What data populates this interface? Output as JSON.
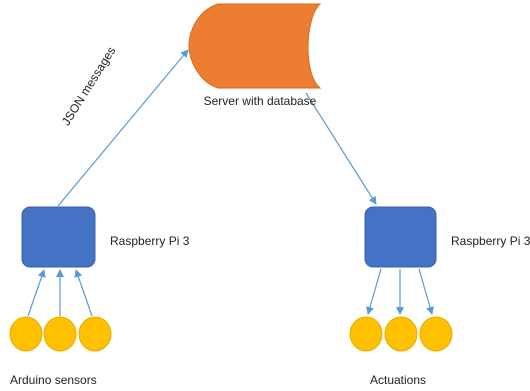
{
  "diagram": {
    "server": {
      "label": "Server with database",
      "color": "#ED7D31"
    },
    "edge_label": "JSON messages",
    "pi_left": {
      "label": "Raspberry Pi 3",
      "color": "#4472C4"
    },
    "pi_right": {
      "label": "Raspberry Pi 3",
      "color": "#4472C4"
    },
    "sensors": {
      "label": "Arduino sensors",
      "count": 3,
      "color": "#FFC000"
    },
    "actuations": {
      "label": "Actuations",
      "count": 3,
      "color": "#FFC000"
    },
    "arrow_color": "#5B9BD5"
  }
}
